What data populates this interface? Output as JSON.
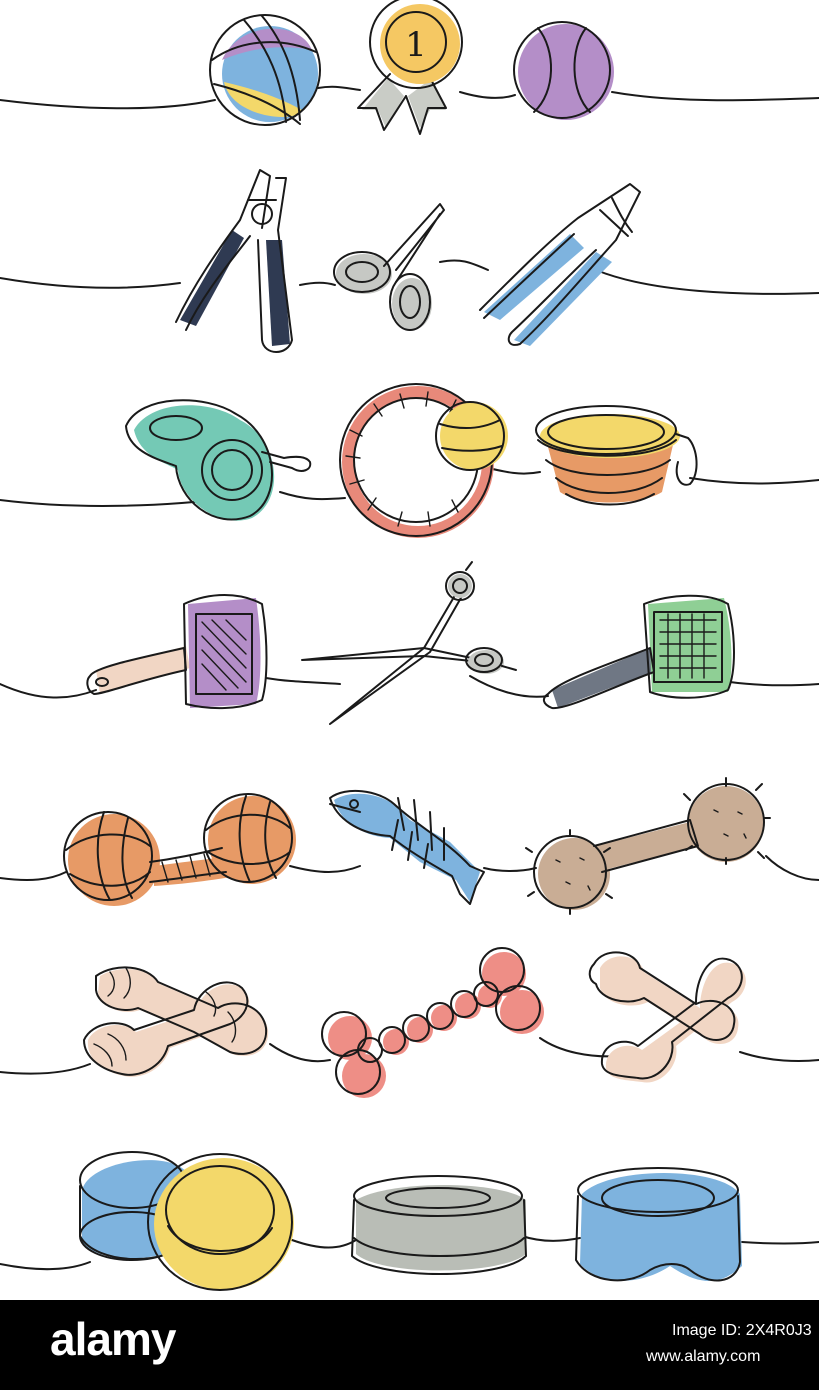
{
  "watermark": {
    "brand": "alamy",
    "image_id": "Image ID: 2X4R0J3",
    "site": "www.alamy.com"
  },
  "colors": {
    "purple": "#b48ec8",
    "blue": "#7eb3de",
    "yellow": "#f3d86a",
    "gold": "#f5c863",
    "teal": "#74c9b5",
    "salmon": "#e8897a",
    "orange": "#e79a66",
    "green": "#8fcf95",
    "grey": "#b9bdb6",
    "beige": "#f1d6c4",
    "brown": "#c9ad95",
    "pink": "#ee8e86",
    "navy": "#2f3a52"
  },
  "rows": [
    {
      "items": [
        "rope-ball",
        "award-medal",
        "tennis-ball"
      ]
    },
    {
      "items": [
        "nail-clipper",
        "grooming-scissors-small",
        "nail-clipper-blue"
      ]
    },
    {
      "items": [
        "retractable-leash",
        "rope-ring-toy",
        "collapsible-bowl"
      ]
    },
    {
      "items": [
        "slicker-brush-purple",
        "grooming-shears",
        "slicker-brush-green"
      ]
    },
    {
      "items": [
        "rope-knot-toy",
        "fish-bone-toy",
        "spiky-chew-toy"
      ]
    },
    {
      "items": [
        "rawhide-bones",
        "bead-bone-toy",
        "crossed-bones"
      ]
    },
    {
      "items": [
        "stacked-bowls",
        "grey-bowl",
        "blue-bowl"
      ]
    }
  ],
  "medal_label": "1"
}
